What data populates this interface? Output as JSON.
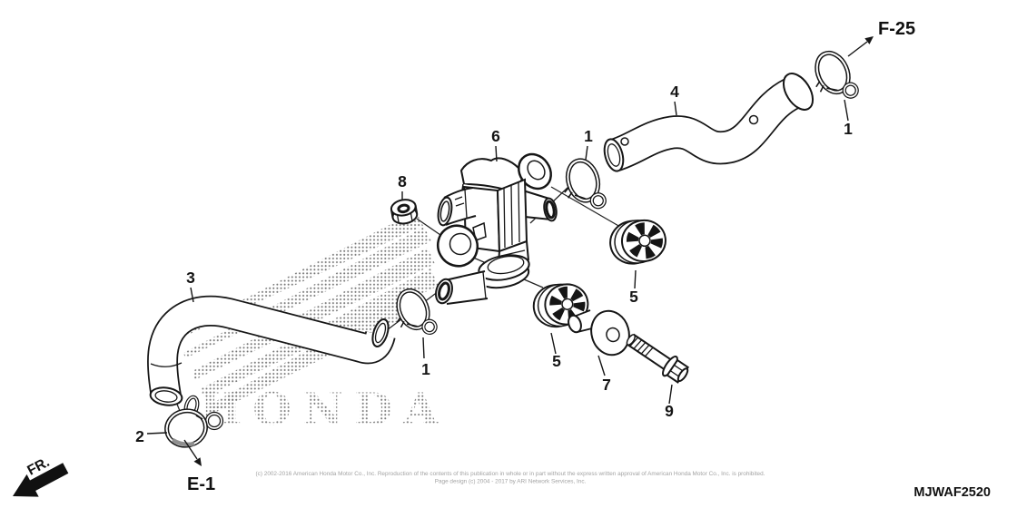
{
  "figure": {
    "watermark": "HONDA",
    "diagram_code": "MJWAF2520",
    "front_label": "FR.",
    "ref_f25": "F-25",
    "ref_e1": "E-1",
    "copyright_line1": "(c) 2002-2016 American Honda Motor Co., Inc. Reproduction of the contents of this publication in whole or in part without the express written approval of American Honda Motor Co., Inc. is prohibited.",
    "copyright_line2": "Page design (c) 2004 - 2017 by ARI Network Services, Inc."
  },
  "callouts": {
    "hose_lower": "3",
    "hose_upper": "4",
    "valve": "6",
    "nut": "8",
    "collar": "7",
    "bolt": "9",
    "grommet_upper": "5",
    "grommet_lower": "5",
    "clamp_upper": "1",
    "clamp_mid": "1",
    "clamp_lower": "1",
    "clamp_hose_end": "2"
  }
}
